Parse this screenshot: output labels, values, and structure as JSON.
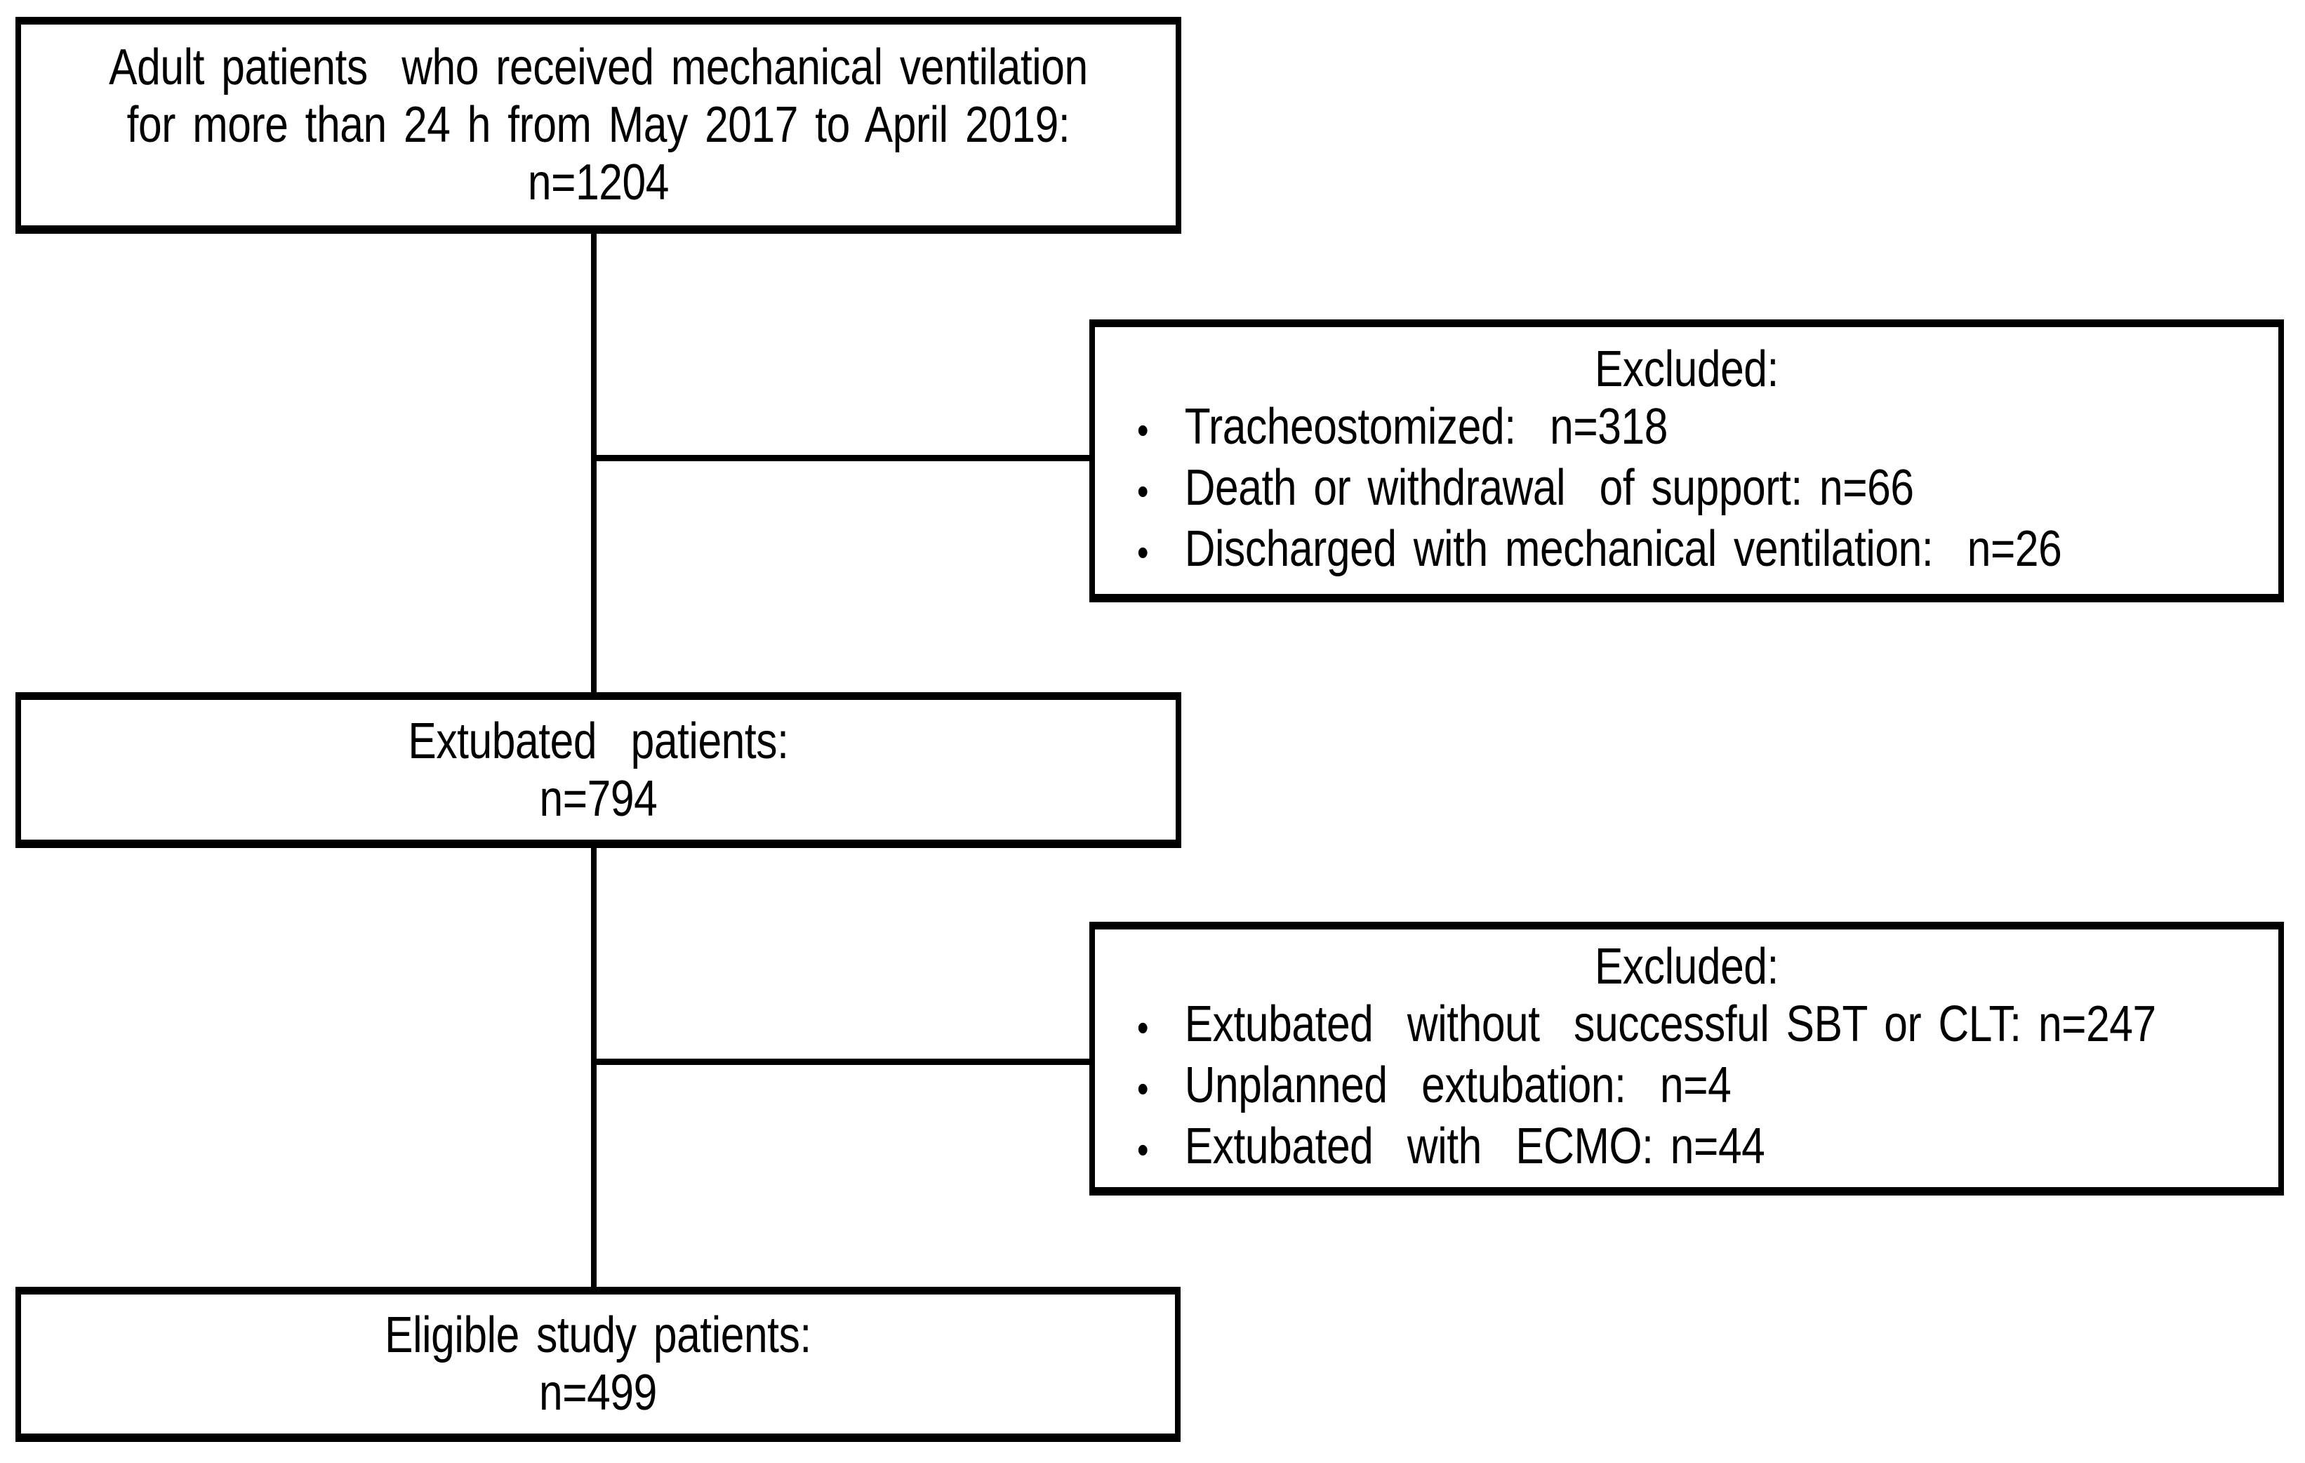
{
  "diagram": {
    "background": "#ffffff",
    "line_color": "#000000",
    "bullet": "•",
    "boxes": {
      "enrollment": {
        "lines": [
          "Adult patients  who received mechanical ventilation",
          "for more than 24 h from May 2017 to April 2019:",
          "n=1204"
        ]
      },
      "excluded_first": {
        "title": "Excluded:",
        "items": [
          "Tracheostomized:  n=318",
          "Death or withdrawal  of support: n=66",
          "Discharged with mechanical ventilation:  n=26"
        ]
      },
      "extubated": {
        "lines": [
          "Extubated  patients:",
          "n=794"
        ]
      },
      "excluded_second": {
        "title": "Excluded:",
        "items": [
          "Extubated  without  successful SBT or CLT: n=247",
          "Unplanned  extubation:  n=4",
          "Extubated  with  ECMO: n=44"
        ]
      },
      "eligible": {
        "lines": [
          "Eligible study patients:",
          "n=499"
        ]
      }
    }
  }
}
